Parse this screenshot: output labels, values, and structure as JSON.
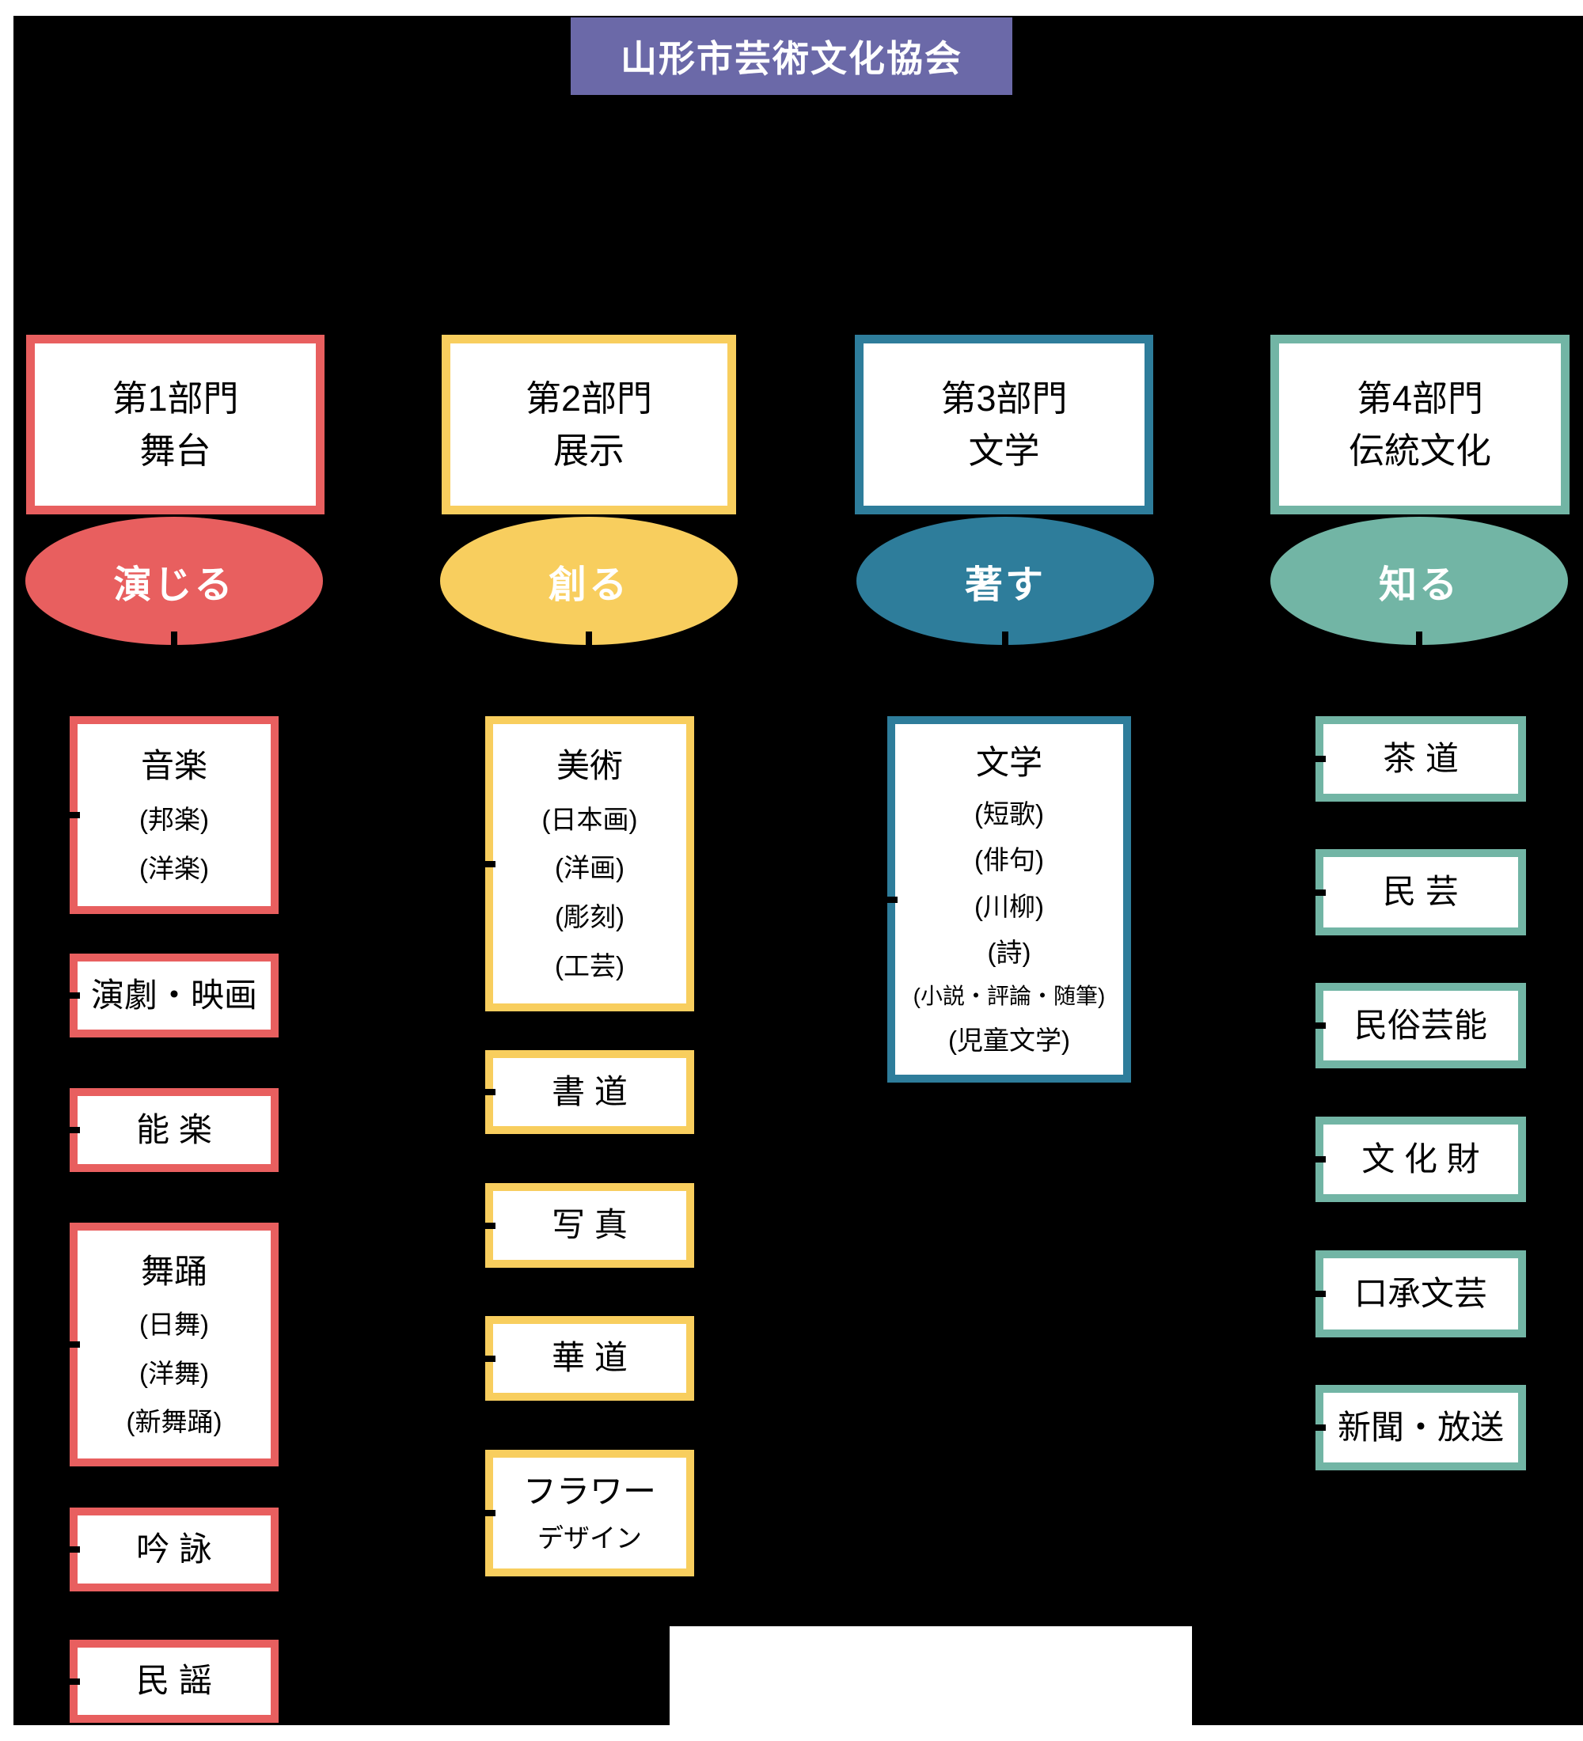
{
  "title": "山形市芸術文化協会",
  "colors": {
    "header_purple": "#6b69a8",
    "division1_red": "#e85f5f",
    "division2_yellow": "#f8ce5e",
    "division3_teal": "#2e7d9b",
    "division4_green": "#72b5a5",
    "background": "#000000",
    "canvas": "#ffffff",
    "box_fill": "#ffffff",
    "text": "#000000"
  },
  "columns": [
    {
      "dept": "第1部門",
      "category": "舞台",
      "verb": "演じる",
      "color": "#e85f5f",
      "items": [
        {
          "lines": [
            "音楽",
            "(邦楽)",
            "(洋楽)"
          ]
        },
        {
          "lines": [
            "演劇・映画"
          ]
        },
        {
          "lines": [
            "能 楽"
          ]
        },
        {
          "lines": [
            "舞踊",
            "(日舞)",
            "(洋舞)",
            "(新舞踊)"
          ]
        },
        {
          "lines": [
            "吟 詠"
          ]
        },
        {
          "lines": [
            "民 謡"
          ]
        }
      ]
    },
    {
      "dept": "第2部門",
      "category": "展示",
      "verb": "創る",
      "color": "#f8ce5e",
      "items": [
        {
          "lines": [
            "美術",
            "(日本画)",
            "(洋画)",
            "(彫刻)",
            "(工芸)"
          ]
        },
        {
          "lines": [
            "書 道"
          ]
        },
        {
          "lines": [
            "写 真"
          ]
        },
        {
          "lines": [
            "華 道"
          ]
        },
        {
          "lines": [
            "フラワー",
            "デザイン"
          ]
        }
      ]
    },
    {
      "dept": "第3部門",
      "category": "文学",
      "verb": "著す",
      "color": "#2e7d9b",
      "items": [
        {
          "lines": [
            "文学",
            "(短歌)",
            "(俳句)",
            "(川柳)",
            "(詩)",
            "(小説・評論・随筆)",
            "(児童文学)"
          ]
        }
      ]
    },
    {
      "dept": "第4部門",
      "category": "伝統文化",
      "verb": "知る",
      "color": "#72b5a5",
      "items": [
        {
          "lines": [
            "茶 道"
          ]
        },
        {
          "lines": [
            "民 芸"
          ]
        },
        {
          "lines": [
            "民俗芸能"
          ]
        },
        {
          "lines": [
            "文 化 財"
          ]
        },
        {
          "lines": [
            "口承文芸"
          ]
        },
        {
          "lines": [
            "新聞・放送"
          ]
        }
      ]
    }
  ]
}
